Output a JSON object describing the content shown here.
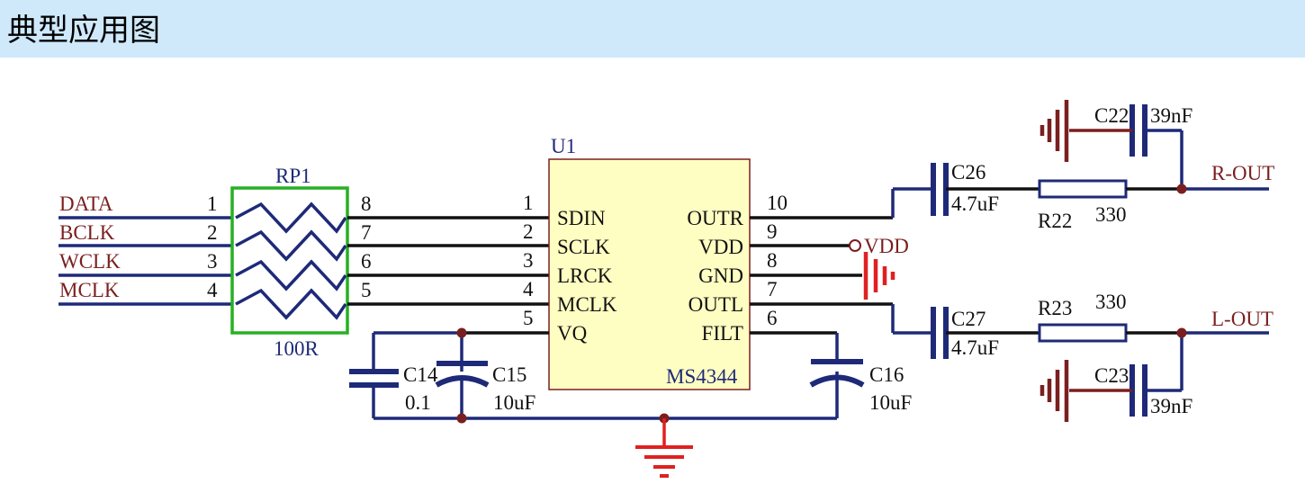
{
  "header": {
    "title": "典型应用图"
  },
  "colors": {
    "header_bg": "#cfe9fb",
    "wire": "#1e2a78",
    "signal": "#7a1f1f",
    "ground": "#e02020",
    "resistor_pack": "#27b023",
    "ic_fill": "#fffec2"
  },
  "inputs": [
    {
      "label": "DATA",
      "pin": "1"
    },
    {
      "label": "BCLK",
      "pin": "2"
    },
    {
      "label": "WCLK",
      "pin": "3"
    },
    {
      "label": "MCLK",
      "pin": "4"
    }
  ],
  "rp1": {
    "ref": "RP1",
    "value": "100R",
    "out_pins": [
      "8",
      "7",
      "6",
      "5"
    ]
  },
  "u1": {
    "ref": "U1",
    "part": "MS4344",
    "left_pins": [
      {
        "num": "1",
        "name": "SDIN"
      },
      {
        "num": "2",
        "name": "SCLK"
      },
      {
        "num": "3",
        "name": "LRCK"
      },
      {
        "num": "4",
        "name": "MCLK"
      },
      {
        "num": "5",
        "name": "VQ"
      }
    ],
    "right_pins": [
      {
        "num": "10",
        "name": "OUTR"
      },
      {
        "num": "9",
        "name": "VDD"
      },
      {
        "num": "8",
        "name": "GND"
      },
      {
        "num": "7",
        "name": "OUTL"
      },
      {
        "num": "6",
        "name": "FILT"
      }
    ]
  },
  "power": {
    "vdd": "VDD"
  },
  "caps": {
    "c14": {
      "ref": "C14",
      "value": "0.1"
    },
    "c15": {
      "ref": "C15",
      "value": "10uF"
    },
    "c16": {
      "ref": "C16",
      "value": "10uF"
    },
    "c26": {
      "ref": "C26",
      "value": "4.7uF"
    },
    "c27": {
      "ref": "C27",
      "value": "4.7uF"
    },
    "c22": {
      "ref": "C22",
      "value": "39nF"
    },
    "c23": {
      "ref": "C23",
      "value": "39nF"
    }
  },
  "resistors": {
    "r22": {
      "ref": "R22",
      "value": "330"
    },
    "r23": {
      "ref": "R23",
      "value": "330"
    }
  },
  "outputs": {
    "right": "R-OUT",
    "left": "L-OUT"
  }
}
